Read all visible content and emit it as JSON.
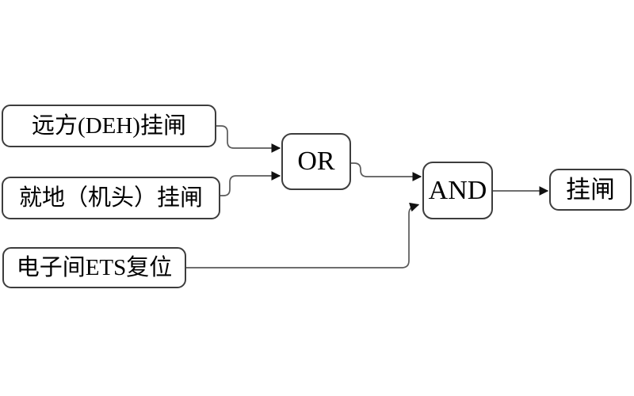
{
  "diagram": {
    "nodes": {
      "input1": {
        "label": "远方(DEH)挂闸"
      },
      "input2": {
        "label": "就地（机头）挂闸"
      },
      "input3": {
        "label": "电子间ETS复位"
      },
      "or": {
        "label": "OR"
      },
      "and": {
        "label": "AND"
      },
      "output": {
        "label": "挂闸"
      }
    },
    "connections": [
      {
        "from": "input1",
        "to": "or"
      },
      {
        "from": "input2",
        "to": "or"
      },
      {
        "from": "or",
        "to": "and"
      },
      {
        "from": "input3",
        "to": "and"
      },
      {
        "from": "and",
        "to": "output"
      }
    ],
    "colors": {
      "background": "#ffffff",
      "node_border": "#3d3d3d",
      "connector": "#5a5a5a",
      "arrowhead": "#111111",
      "text": "#000000"
    }
  }
}
